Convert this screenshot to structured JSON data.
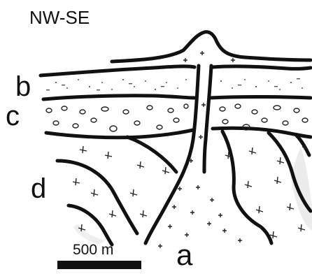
{
  "title": "NW-SE",
  "labels": {
    "a": "a",
    "b": "b",
    "c": "c",
    "d": "d"
  },
  "scale": {
    "text": "500 m"
  },
  "colors": {
    "ink": "#111111",
    "paper": "#ffffff",
    "shade": "#e6e6e6"
  }
}
